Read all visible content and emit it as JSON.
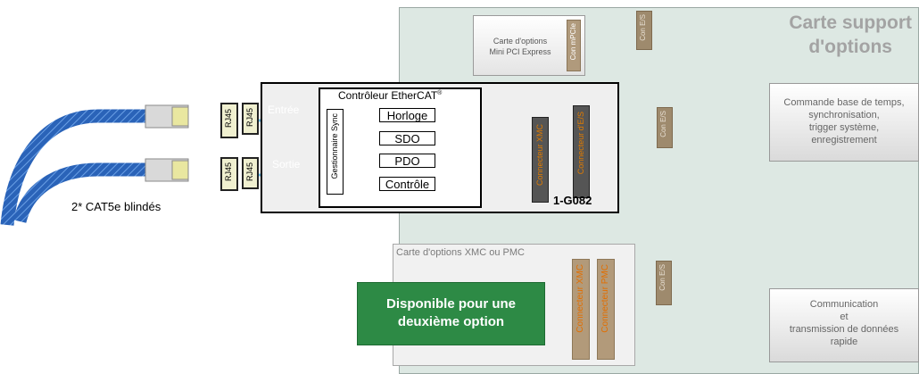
{
  "support_board": {
    "title_line1": "Carte support",
    "title_line2": "d'options"
  },
  "mini_pci": {
    "label_line1": "Carte d'options",
    "label_line2": "Mini PCI Express",
    "connector": "Con mPCIe",
    "io_connector": "Con E/S"
  },
  "controller": {
    "title": "Contrôleur EtherCAT",
    "title_mark": "®",
    "sync_manager": "Gestionnaire Sync",
    "blocks": [
      "Horloge",
      "SDO",
      "PDO",
      "Contrôle"
    ],
    "xmc_connector": "Connecteur XMC",
    "io_connector": "Connecteur d'E/S",
    "code": "1-G082"
  },
  "ports": {
    "rj45": "RJ45",
    "input": "Entrée",
    "output": "Sortie"
  },
  "cables": {
    "label": "2* CAT5e blindés"
  },
  "io_connector_mid": "Con E/S",
  "timebase_box": {
    "lines": [
      "Commande base de temps,",
      "synchronisation,",
      "trigger système,",
      "enregistrement"
    ]
  },
  "comm_box": {
    "lines": [
      "Communication",
      "et",
      "transmission de données",
      "rapide"
    ]
  },
  "xmc_board": {
    "label": "Carte d'options XMC ou PMC",
    "xmc_connector": "Connecteur XMC",
    "pmc_connector": "Connecteur PMC",
    "io_connector": "Con E/S",
    "available_line1": "Disponible pour une",
    "available_line2": "deuxième option"
  },
  "colors": {
    "dark_blue": "#2f4f9f",
    "purple": "#7b78bf",
    "light_blue": "#63b8e8",
    "teal": "#5ec4d6",
    "green": "#2d8a45",
    "cable_blue": "#2a63b8"
  }
}
